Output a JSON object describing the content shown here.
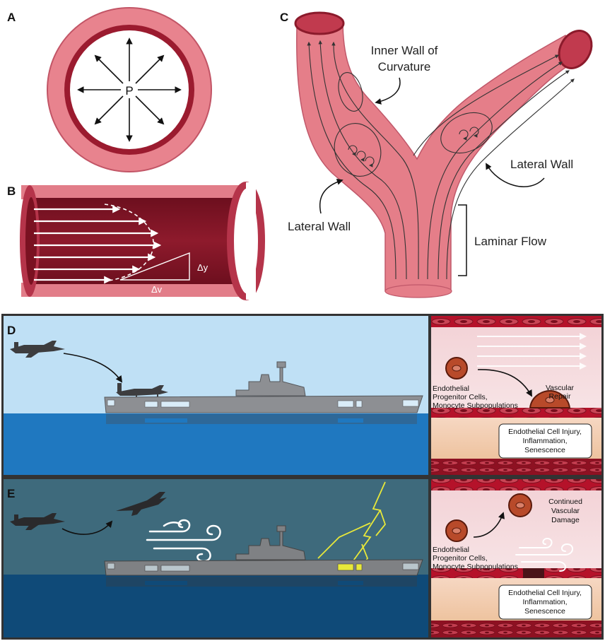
{
  "panels": {
    "a": {
      "letter": "A",
      "center_label": "P"
    },
    "b": {
      "letter": "B",
      "dy_label": "Δy",
      "dv_label": "Δv"
    },
    "c": {
      "letter": "C",
      "inner_wall_line1": "Inner Wall of",
      "inner_wall_line2": "Curvature",
      "lateral_wall_right": "Lateral Wall",
      "lateral_wall_left": "Lateral Wall",
      "laminar_flow": "Laminar Flow"
    },
    "d": {
      "letter": "D",
      "cells_line1": "Endothelial",
      "cells_line2": "Progenitor Cells,",
      "cells_line3": "Monocyte Subpopulations",
      "repair_line1": "Vascular",
      "repair_line2": "Repair",
      "box_line1": "Endothelial Cell Injury,",
      "box_line2": "Inflammation,",
      "box_line3": "Senescence"
    },
    "e": {
      "letter": "E",
      "damage_line1": "Continued",
      "damage_line2": "Vascular",
      "damage_line3": "Damage",
      "cells_line1": "Endothelial",
      "cells_line2": "Progenitor Cells,",
      "cells_line3": "Monocyte Subpopulations",
      "box_line1": "Endothelial Cell Injury,",
      "box_line2": "Inflammation,",
      "box_line3": "Senescence"
    }
  },
  "colors": {
    "vessel_dark": "#8b1a2b",
    "vessel_pink": "#e67a86",
    "sky_d": "#bfe0f5",
    "sea_d": "#1f78c0",
    "sky_e": "#3e6a7c",
    "sea_e": "#0f4a78",
    "ship": "#8d8f93",
    "lightning": "#e8e83a"
  }
}
